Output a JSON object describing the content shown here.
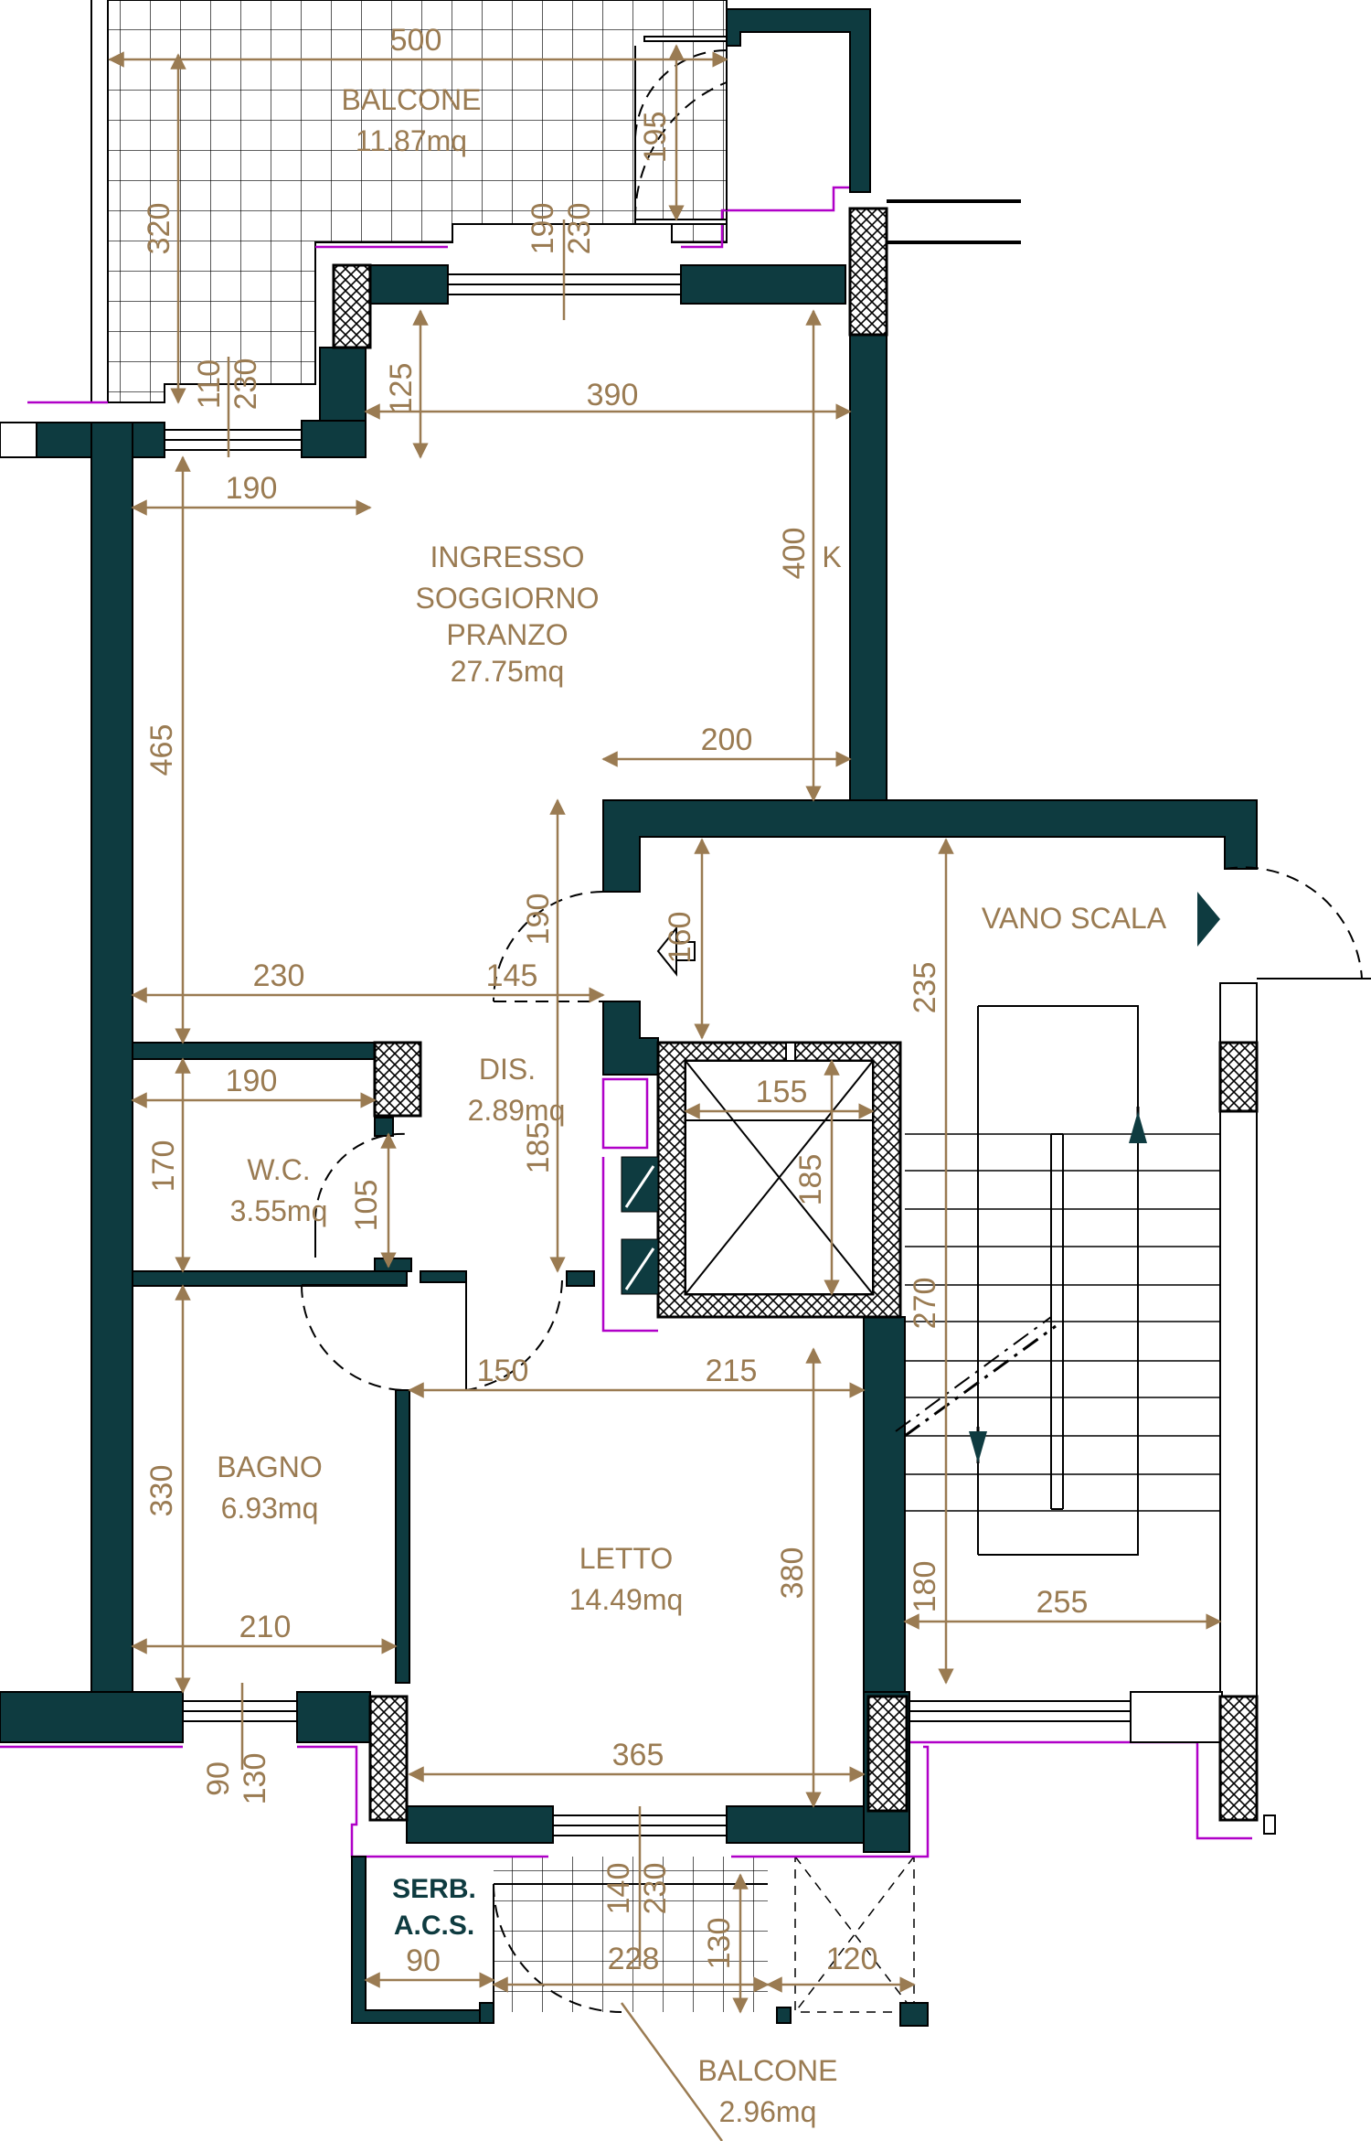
{
  "rooms": {
    "balcone_top": {
      "name": "BALCONE",
      "area": "11.87mq"
    },
    "soggiorno": {
      "line1": "INGRESSO",
      "line2": "SOGGIORNO",
      "line3": "PRANZO",
      "area": "27.75mq"
    },
    "vano_scala": {
      "name": "VANO  SCALA"
    },
    "dis": {
      "name": "DIS.",
      "area": "2.89mq"
    },
    "wc": {
      "name": "W.C.",
      "area": "3.55mq"
    },
    "bagno": {
      "name": "BAGNO",
      "area": "6.93mq"
    },
    "letto": {
      "name": "LETTO",
      "area": "14.49mq"
    },
    "serb": {
      "line1": "SERB.",
      "line2": "A.C.S."
    },
    "balcone_bottom": {
      "name": "BALCONE",
      "area": "2.96mq"
    }
  },
  "labels": {
    "k": "K"
  },
  "dimensions": {
    "d500": "500",
    "d320": "320",
    "d195": "195",
    "d190_win": "190",
    "d230_win": "230",
    "d110": "110",
    "d230_win2": "230",
    "d125": "125",
    "d390": "390",
    "d190_a": "190",
    "d400": "400",
    "d465": "465",
    "d200": "200",
    "d190_b": "190",
    "d160": "160",
    "d235": "235",
    "d230": "230",
    "d145": "145",
    "d190_c": "190",
    "d155": "155",
    "d185_a": "185",
    "d185_b": "185",
    "d170": "170",
    "d105": "105",
    "d270": "270",
    "d150": "150",
    "d215": "215",
    "d330": "330",
    "d380": "380",
    "d180": "180",
    "d255": "255",
    "d210": "210",
    "d90_win": "90",
    "d130_win": "130",
    "d365": "365",
    "d140": "140",
    "d230_b": "230",
    "d130": "130",
    "d90": "90",
    "d228": "228",
    "d120": "120"
  }
}
